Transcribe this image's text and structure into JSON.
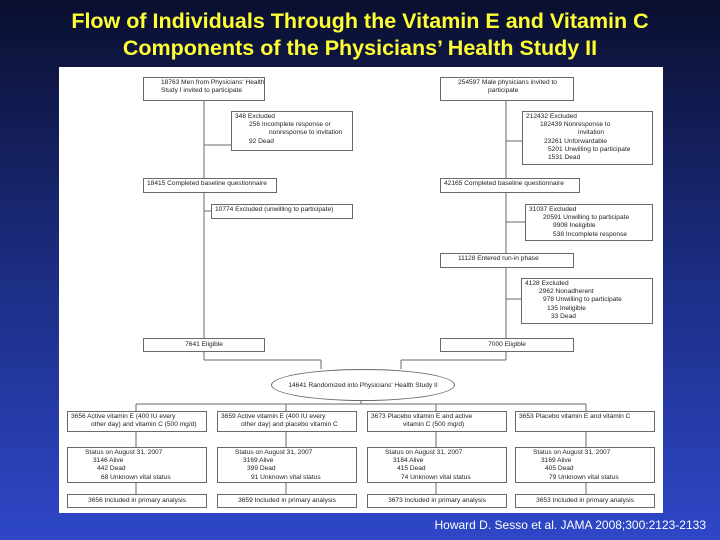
{
  "slide": {
    "title_line1": "Flow of Individuals Through the Vitamin E and Vitamin C",
    "title_line2": "Components of the Physicians’ Health Study II",
    "citation": "Howard D. Sesso et al. JAMA 2008;300:2123-2133",
    "title_color": "#ffff33"
  },
  "flow": {
    "left": {
      "start": [
        "18763 Men from Physicians' Health",
        "Study I invited to participate"
      ],
      "excl1": [
        "348 Excluded",
        "256 Incomplete response or",
        "nonresponse to invitation",
        "92 Dead"
      ],
      "baseline": "18415 Completed baseline questionnaire",
      "excl2": "10774 Excluded (unwilling to participate)",
      "eligible": "7641 Eligible"
    },
    "right": {
      "start": [
        "254597 Male physicians invited to",
        "participate"
      ],
      "excl1": [
        "212432 Excluded",
        "182439 Nonresponse to",
        "invitation",
        "23261 Unforwardable",
        "5201 Unwilling to participate",
        "1531 Dead"
      ],
      "baseline": "42165 Completed baseline questionnaire",
      "excl2": [
        "31037 Excluded",
        "20591 Unwilling to participate",
        "9908 Ineligible",
        "538 Incomplete response"
      ],
      "runin": "11128 Entered run-in phase",
      "excl3": [
        "4128 Excluded",
        "2962 Nonadherent",
        "978 Unwilling to participate",
        "135 Ineligible",
        "33 Dead"
      ],
      "eligible": "7000 Eligible"
    },
    "randomized": "14641 Randomized into Physicians' Health Study II",
    "arms": [
      {
        "label": [
          "3656 Active vitamin E (400 IU every",
          "other day) and vitamin C (500 mg/d)"
        ],
        "status": "Status on August 31, 2007",
        "alive": "3146 Alive",
        "dead": "442 Dead",
        "unknown": "68 Unknown vital status",
        "analysis": "3656 Included in primary analysis"
      },
      {
        "label": [
          "3659 Active vitamin E (400 IU every",
          "other day) and placebo vitamin C"
        ],
        "status": "Status on August 31, 2007",
        "alive": "3169 Alive",
        "dead": "399 Dead",
        "unknown": "91 Unknown vital status",
        "analysis": "3659 Included in primary analysis"
      },
      {
        "label": [
          "3673 Placebo vitamin E and active",
          "vitamin C (500 mg/d)"
        ],
        "status": "Status on August 31, 2007",
        "alive": "3184 Alive",
        "dead": "415 Dead",
        "unknown": "74 Unknown vital status",
        "analysis": "3673 Included in primary analysis"
      },
      {
        "label": [
          "3653 Placebo vitamin E and vitamin C"
        ],
        "status": "Status on August 31, 2007",
        "alive": "3169 Alive",
        "dead": "405 Dead",
        "unknown": "79 Unknown vital status",
        "analysis": "3653 Included in primary analysis"
      }
    ]
  }
}
